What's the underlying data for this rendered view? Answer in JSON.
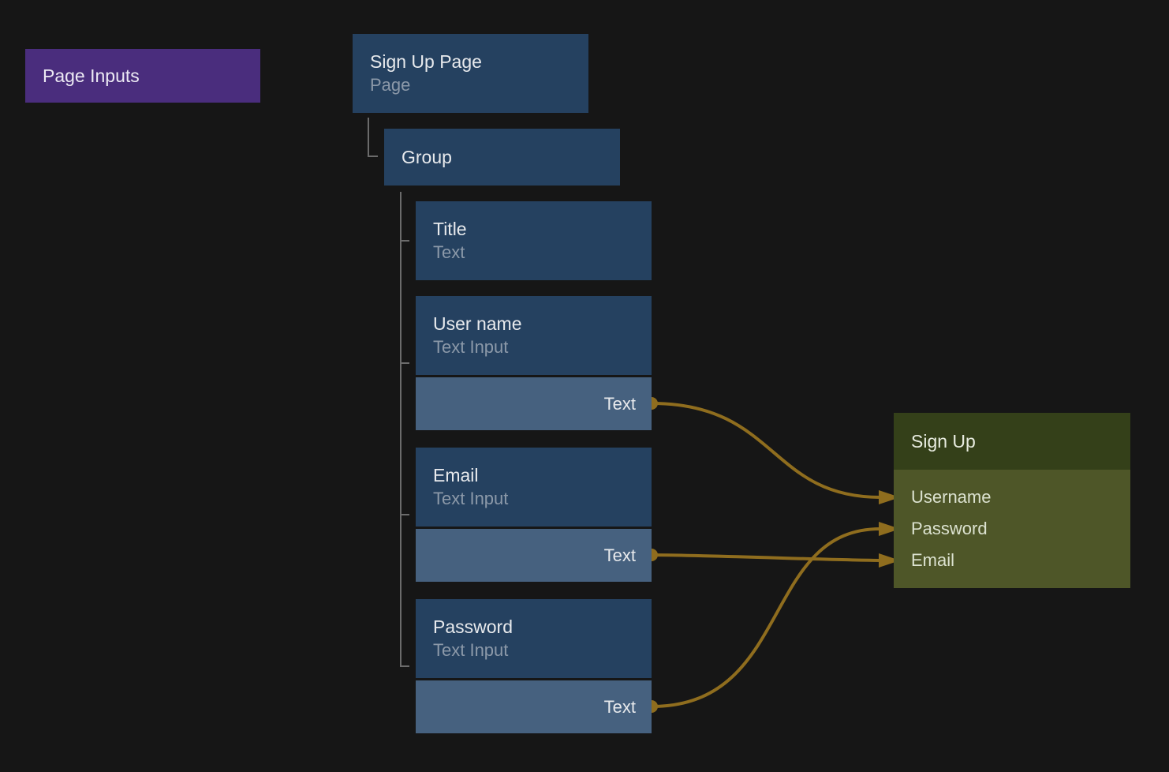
{
  "palette": {
    "background": "#161616",
    "node_blue": "#254160",
    "port_bar_blue": "#46617F",
    "purple": "#4A2D7D",
    "olive_header": "#344019",
    "olive_body": "#4E5628",
    "gold": "#8F6D1E",
    "connector_gray": "#6B6B6B",
    "title_text": "#E8EAED",
    "subtitle_text": "#8C99A9"
  },
  "page_inputs": {
    "label": "Page Inputs"
  },
  "tree": {
    "root": {
      "title": "Sign Up Page",
      "subtitle": "Page"
    },
    "group": {
      "title": "Group"
    },
    "children": [
      {
        "title": "Title",
        "subtitle": "Text"
      },
      {
        "title": "User name",
        "subtitle": "Text Input",
        "port": "Text"
      },
      {
        "title": "Email",
        "subtitle": "Text Input",
        "port": "Text"
      },
      {
        "title": "Password",
        "subtitle": "Text Input",
        "port": "Text"
      }
    ]
  },
  "signup_node": {
    "title": "Sign Up",
    "inputs": [
      "Username",
      "Password",
      "Email"
    ]
  },
  "connections": [
    {
      "from": "User name.Text",
      "to": "Sign Up.Username"
    },
    {
      "from": "Email.Text",
      "to": "Sign Up.Email"
    },
    {
      "from": "Password.Text",
      "to": "Sign Up.Password"
    }
  ]
}
